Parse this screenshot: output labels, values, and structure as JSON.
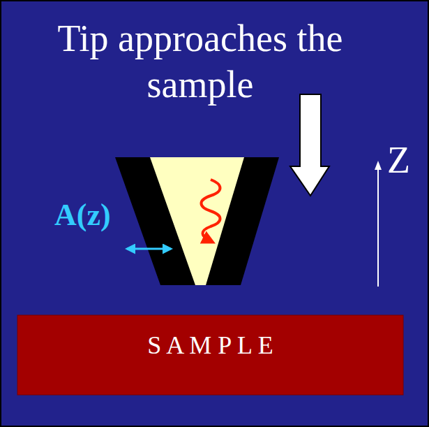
{
  "diagram": {
    "title": "Tip approaches the sample",
    "nodes": [
      {
        "text": [
          "S A M P L E"
        ]
      }
    ],
    "labels": [
      "A(z)",
      "Z"
    ]
  }
}
